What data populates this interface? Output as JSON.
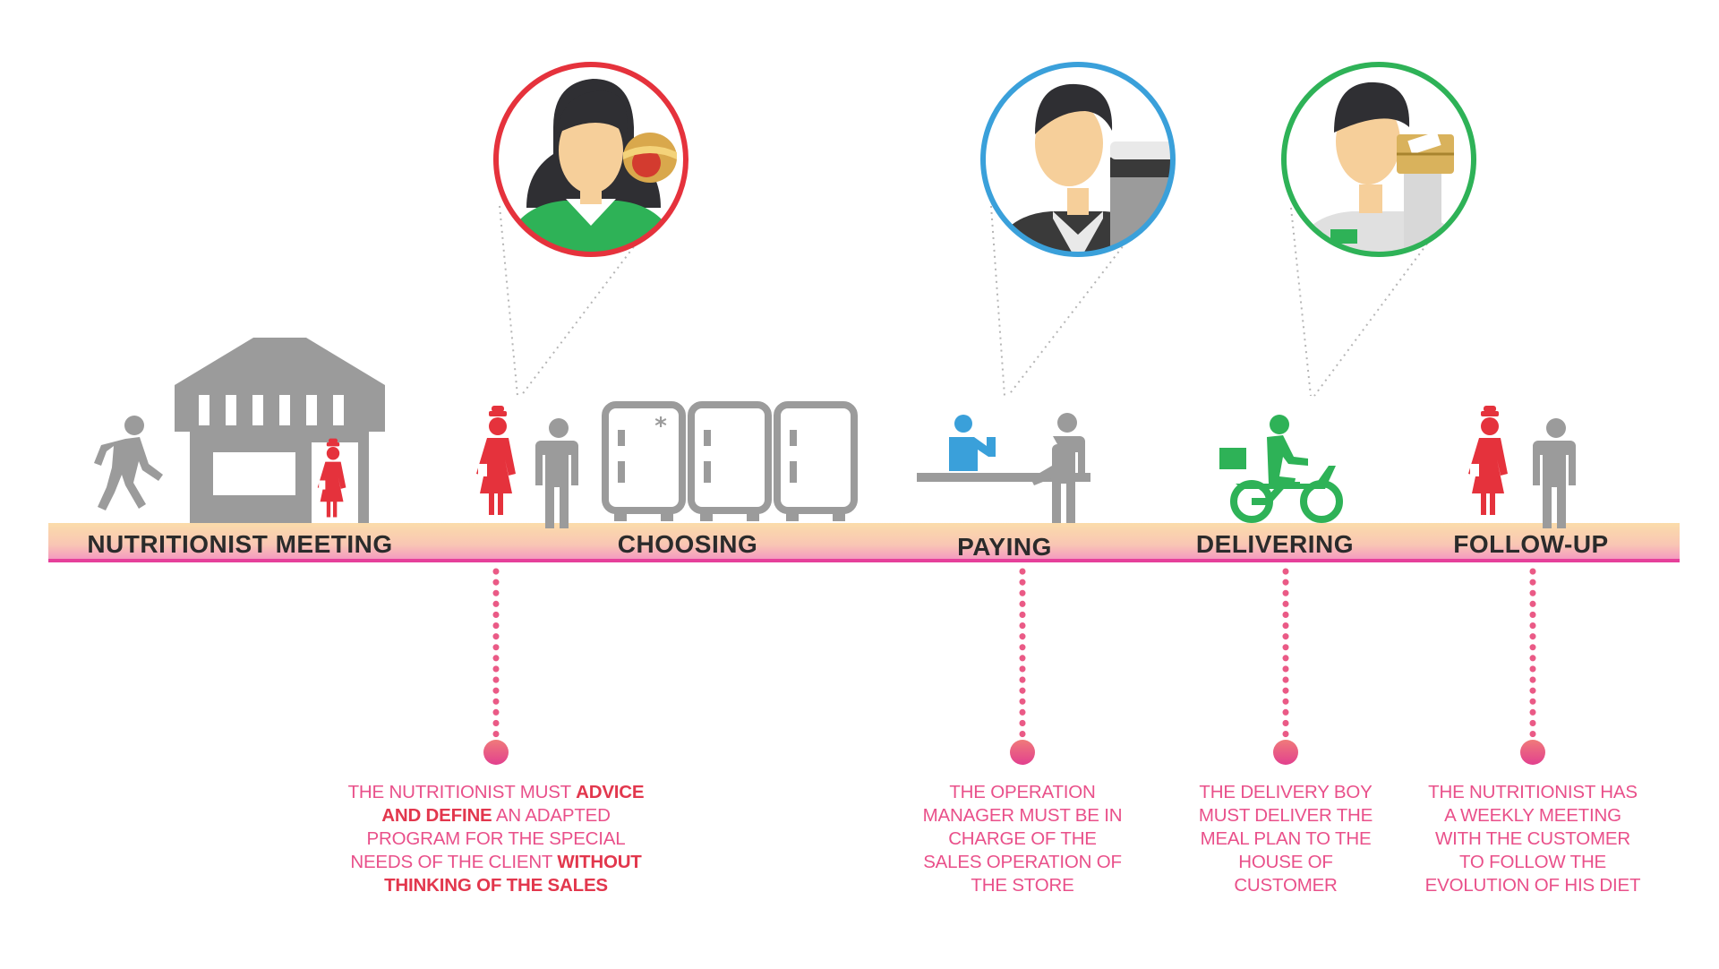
{
  "stages": [
    {
      "id": "nutritionist-meeting",
      "label": "NUTRITIONIST MEETING"
    },
    {
      "id": "choosing",
      "label": "CHOOSING"
    },
    {
      "id": "paying",
      "label": "PAYING"
    },
    {
      "id": "delivering",
      "label": "DELIVERING"
    },
    {
      "id": "follow-up",
      "label": "FOLLOW-UP"
    }
  ],
  "notes": {
    "nutritionist": {
      "p1": "THE NUTRITIONIST MUST ",
      "b1": "ADVICE AND DEFINE",
      "p2": " AN ADAPTED PROGRAM FOR THE SPECIAL NEEDS OF THE CLIENT ",
      "b2": "WITHOUT THINKING OF THE SALES"
    },
    "paying": "THE OPERATION MANAGER MUST BE IN CHARGE OF THE SALES OPERATION OF THE STORE",
    "delivering": "THE DELIVERY BOY MUST DELIVER THE MEAL PLAN TO THE HOUSE OF CUSTOMER",
    "followup": "THE NUTRITIONIST HAS A WEEKLY MEETING WITH THE CUSTOMER TO FOLLOW THE EVOLUTION OF HIS DIET"
  },
  "colors": {
    "timeline_top": "#fbdba6",
    "timeline_bottom": "#f58fc0",
    "timeline_edge": "#e6409a",
    "grey": "#9b9b9b",
    "red": "#e5323c",
    "blue": "#3aa0da",
    "green": "#2eb257",
    "dot_top": "#f06a80",
    "dot_bottom": "#e43c8c",
    "skin": "#f6cf9a",
    "hair": "#2f2f33"
  },
  "icons": [
    "walking-person-icon",
    "store-icon",
    "nutritionist-icon",
    "customer-icon",
    "fridge-icon",
    "cashier-icon",
    "counter-icon",
    "delivery-scooter-icon",
    "nutritionist-avatar-icon",
    "manager-avatar-icon",
    "delivery-boy-avatar-icon"
  ]
}
